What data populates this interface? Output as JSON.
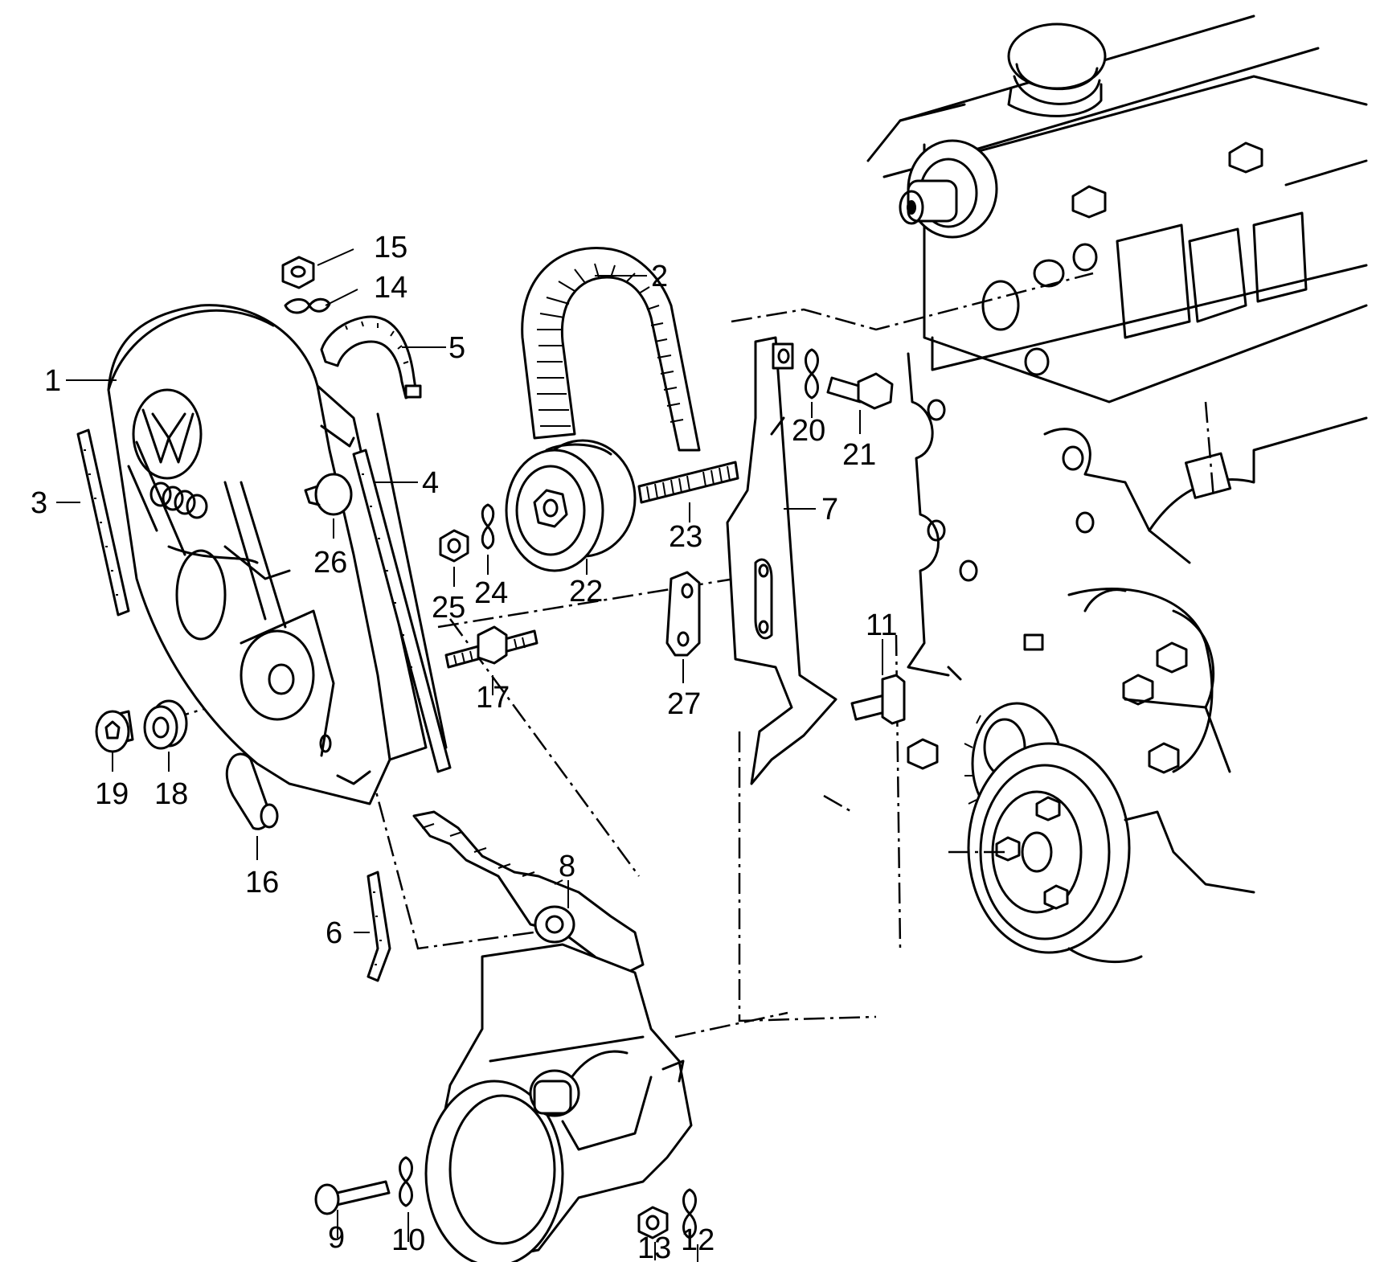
{
  "callouts": {
    "c1": "1",
    "c2": "2",
    "c3": "3",
    "c4": "4",
    "c5": "5",
    "c6": "6",
    "c7": "7",
    "c8": "8",
    "c9": "9",
    "c10": "10",
    "c11": "11",
    "c12": "12",
    "c13": "13",
    "c14": "14",
    "c15": "15",
    "c16": "16",
    "c17": "17",
    "c18": "18",
    "c19": "19",
    "c20": "20",
    "c21": "21",
    "c22": "22",
    "c23": "23",
    "c24": "24",
    "c25": "25",
    "c26": "26",
    "c27": "27"
  },
  "icons": {
    "logo": "vw-logo-icon",
    "rings": "audi-rings-icon"
  }
}
